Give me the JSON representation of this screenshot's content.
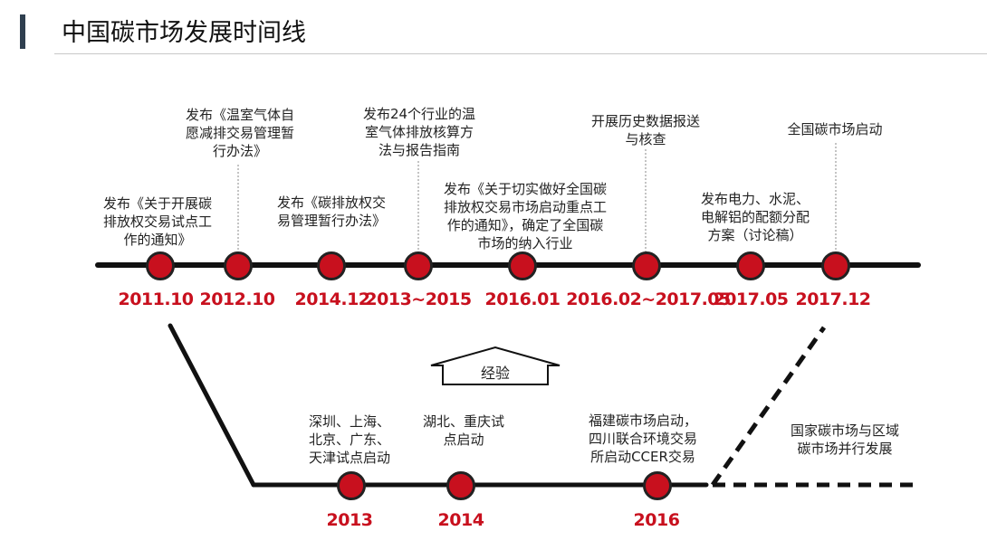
{
  "title": "中国碳市场发展时间线",
  "experience_label": "经验",
  "top_timeline": [
    {
      "date": "2011.10",
      "lines": [
        "发布《关于开展碳",
        "排放权交易试点工",
        "作的通知》"
      ]
    },
    {
      "date": "2012.10",
      "lines": [
        "发布《温室气体自",
        "愿减排交易管理暂",
        "行办法》"
      ]
    },
    {
      "date": "2014.12",
      "lines": [
        "发布《碳排放权交",
        "易管理暂行办法》"
      ]
    },
    {
      "date": "2013~2015",
      "lines": [
        "发布24个行业的温",
        "室气体排放核算方",
        "法与报告指南"
      ]
    },
    {
      "date": "2016.01",
      "lines": [
        "发布《关于切实做好全国碳",
        "排放权交易市场启动重点工",
        "作的通知》，确定了全国碳",
        "市场的纳入行业"
      ]
    },
    {
      "date": "2016.02~2017.05",
      "lines": [
        "开展历史数据报送",
        "与核查"
      ]
    },
    {
      "date": "2017.05",
      "lines": [
        "发布电力、水泥、",
        "电解铝的配额分配",
        "方案（讨论稿）"
      ]
    },
    {
      "date": "2017.12",
      "lines": [
        "全国碳市场启动"
      ]
    }
  ],
  "bottom_timeline": [
    {
      "date": "2013",
      "lines": [
        "深圳、上海、",
        "北京、广东、",
        "天津试点启动"
      ]
    },
    {
      "date": "2014",
      "lines": [
        "湖北、重庆试",
        "点启动"
      ]
    },
    {
      "date": "2016",
      "lines": [
        "福建碳市场启动，",
        "四川联合环境交易",
        "所启动CCER交易"
      ]
    }
  ],
  "future_label": [
    "国家碳市场与区域",
    "碳市场并行发展"
  ]
}
